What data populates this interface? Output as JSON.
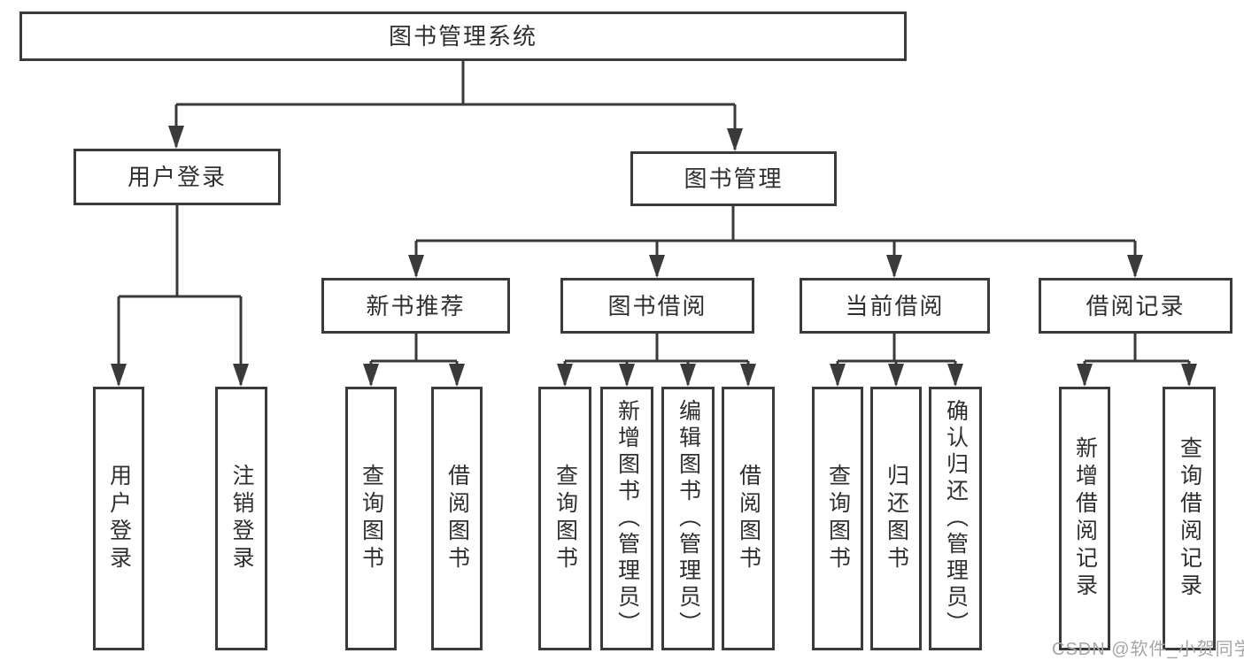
{
  "diagram": {
    "root_label": "图书管理系统",
    "branches": [
      {
        "label": "用户登录",
        "children": [
          {
            "label": "用户登录"
          },
          {
            "label": "注销登录"
          }
        ]
      },
      {
        "label": "图书管理",
        "children": [
          {
            "label": "新书推荐",
            "children": [
              {
                "label": "查询图书"
              },
              {
                "label": "借阅图书"
              }
            ]
          },
          {
            "label": "图书借阅",
            "children": [
              {
                "label": "查询图书"
              },
              {
                "label": "新增图书（管理员）"
              },
              {
                "label": "编辑图书（管理员）"
              },
              {
                "label": "借阅图书"
              }
            ]
          },
          {
            "label": "当前借阅",
            "children": [
              {
                "label": "查询图书"
              },
              {
                "label": "归还图书"
              },
              {
                "label": "确认归还（管理员）"
              }
            ]
          },
          {
            "label": "借阅记录",
            "children": [
              {
                "label": "新增借阅记录"
              },
              {
                "label": "查询借阅记录"
              }
            ]
          }
        ]
      }
    ]
  },
  "watermark": {
    "text": "CSDN @软件_小贺同学"
  },
  "colors": {
    "line": "#3a3a3a",
    "text": "#2f2f2f",
    "watermark": "#a6a6a6",
    "background": "#ffffff"
  }
}
